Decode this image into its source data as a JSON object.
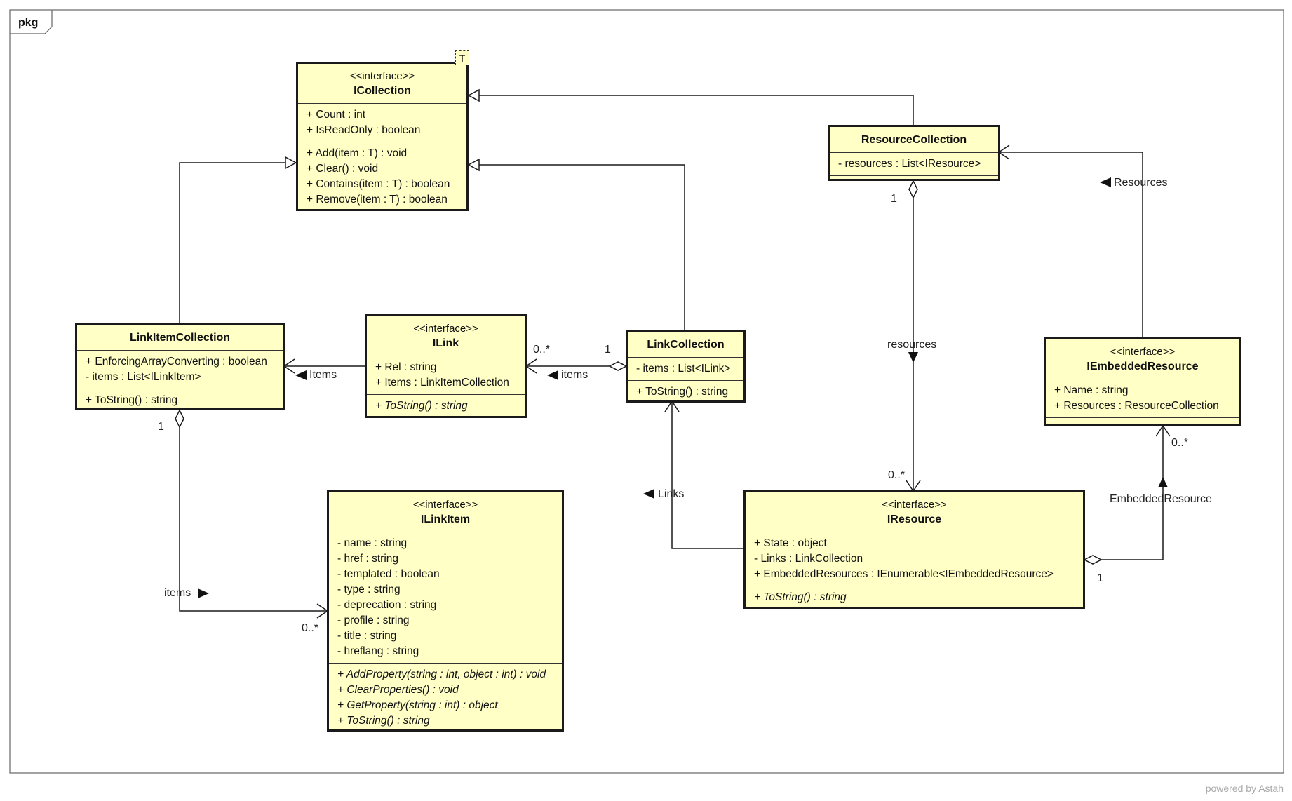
{
  "package": {
    "label": "pkg"
  },
  "footer": {
    "text": "powered by Astah"
  },
  "classes": {
    "icollection": {
      "stereotype": "<<interface>>",
      "name": "ICollection",
      "template_param": "T",
      "attributes": [
        "+ Count : int",
        "+ IsReadOnly : boolean"
      ],
      "operations": [
        "+ Add(item : T) : void",
        "+ Clear() : void",
        "+ Contains(item : T) : boolean",
        "+ Remove(item : T) : boolean"
      ]
    },
    "resourcecollection": {
      "name": "ResourceCollection",
      "attributes": [
        "- resources : List<IResource>"
      ],
      "operations": []
    },
    "linkitemcollection": {
      "name": "LinkItemCollection",
      "attributes": [
        "+ EnforcingArrayConverting : boolean",
        "- items : List<ILinkItem>"
      ],
      "operations": [
        "+ ToString() : string"
      ]
    },
    "ilink": {
      "stereotype": "<<interface>>",
      "name": "ILink",
      "attributes": [
        "+ Rel : string",
        "+ Items : LinkItemCollection"
      ],
      "operations": [
        "+ ToString() : string"
      ]
    },
    "linkcollection": {
      "name": "LinkCollection",
      "attributes": [
        "- items : List<ILink>"
      ],
      "operations": [
        "+ ToString() : string"
      ]
    },
    "iembeddedresource": {
      "stereotype": "<<interface>>",
      "name": "IEmbeddedResource",
      "attributes": [
        "+ Name : string",
        "+ Resources : ResourceCollection"
      ],
      "operations": []
    },
    "ilinkitem": {
      "stereotype": "<<interface>>",
      "name": "ILinkItem",
      "attributes": [
        "- name : string",
        "- href : string",
        "- templated : boolean",
        "- type : string",
        "- deprecation : string",
        "- profile : string",
        "- title : string",
        "- hreflang : string"
      ],
      "operations": [
        "+ AddProperty(string : int, object : int) : void",
        "+ ClearProperties() : void",
        "+ GetProperty(string : int) : object",
        "+ ToString() : string"
      ]
    },
    "iresource": {
      "stereotype": "<<interface>>",
      "name": "IResource",
      "attributes": [
        "+ State : object",
        "- Links : LinkCollection",
        "+ EmbeddedResources : IEnumerable<IEmbeddedResource>"
      ],
      "operations": [
        "+ ToString() : string"
      ]
    }
  },
  "associations": {
    "items_link": {
      "name": "Items",
      "mult": ""
    },
    "items_linkcollection": {
      "name": "items",
      "mult_source": "1",
      "mult_target": "0..*"
    },
    "items_linkitem": {
      "name": "items",
      "mult_source": "1",
      "mult_target": "0..*"
    },
    "links": {
      "name": "Links"
    },
    "resources": {
      "name": "resources",
      "mult_source": "1",
      "mult_target": "0..*"
    },
    "resources_embedded": {
      "name": "Resources"
    },
    "embedded_resource": {
      "name": "EmbeddedResource",
      "mult_source": "1",
      "mult_target": "0..*"
    }
  }
}
